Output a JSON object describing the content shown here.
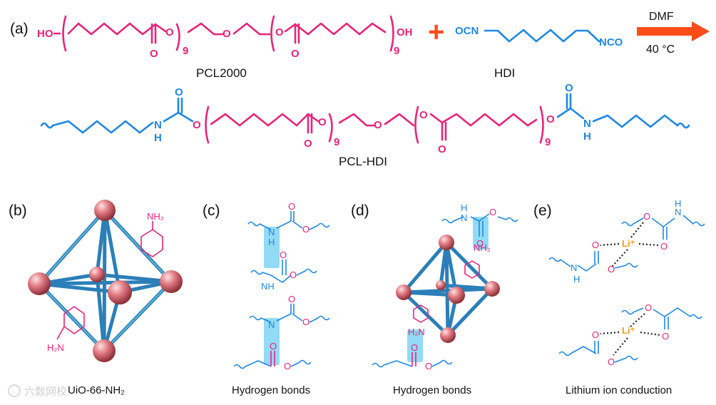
{
  "panels": {
    "a": "(a)",
    "b": "(b)",
    "c": "(c)",
    "d": "(d)",
    "e": "(e)"
  },
  "reaction": {
    "reagent1_name": "PCL2000",
    "reagent2_name": "HDI",
    "product_name": "PCL-HDI",
    "solvent": "DMF",
    "temperature": "40 °C",
    "plus": "+"
  },
  "atoms": {
    "ho": "HO",
    "oh": "OH",
    "o": "O",
    "ocn": "OCN",
    "nco": "NCO",
    "n": "N",
    "h": "H",
    "nh": "NH",
    "nh2": "NH₂",
    "h2n": "H₂N",
    "repeat": "9",
    "li": "Li⁺"
  },
  "captions": {
    "b": "UiO-66-NH₂",
    "c": "Hydrogen bonds",
    "d": "Hydrogen bonds",
    "e": "Lithium ion conduction"
  },
  "watermark": "六数网校",
  "colors": {
    "pcl": "#e8247a",
    "hdi": "#1e88e5",
    "arrow": "#ff4d1a",
    "hbond": "#7fd3f3",
    "lithium": "#f39c12",
    "mof_node": "#e27c84",
    "mof_linker": "#2b7fb8"
  }
}
